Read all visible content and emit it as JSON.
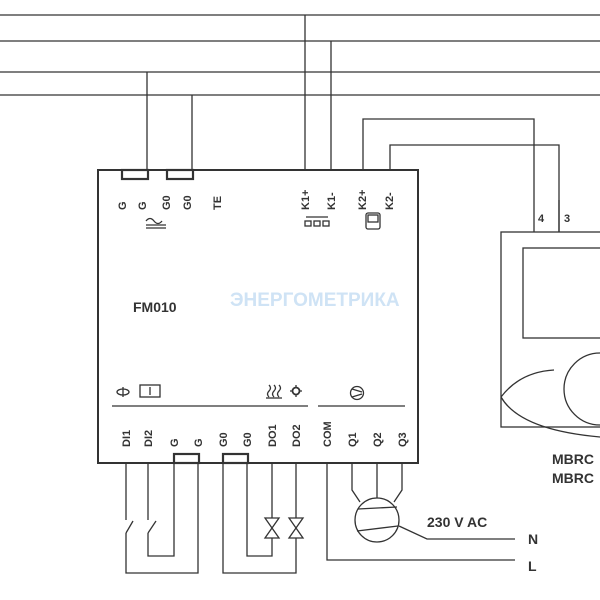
{
  "controller": {
    "model": "FM010",
    "watermark": "ЭНЕРГОМЕТРИКА",
    "top_terminals": [
      "G",
      "G",
      "G0",
      "G0",
      "TE",
      "K1+",
      "K1-",
      "K2+",
      "K2-"
    ],
    "bottom_terminals": [
      "DI1",
      "DI2",
      "G",
      "G",
      "G0",
      "G0",
      "DO1",
      "DO2",
      "COM",
      "Q1",
      "Q2",
      "Q3"
    ]
  },
  "room_unit": {
    "terminal_labels": [
      "4",
      "3"
    ],
    "model_lines": [
      "MBRC",
      "MBRC"
    ]
  },
  "power": {
    "voltage_label": "230 V AC",
    "neutral": "N",
    "line": "L"
  },
  "colors": {
    "line": "#333333",
    "watermark": "#cfe3f5"
  }
}
